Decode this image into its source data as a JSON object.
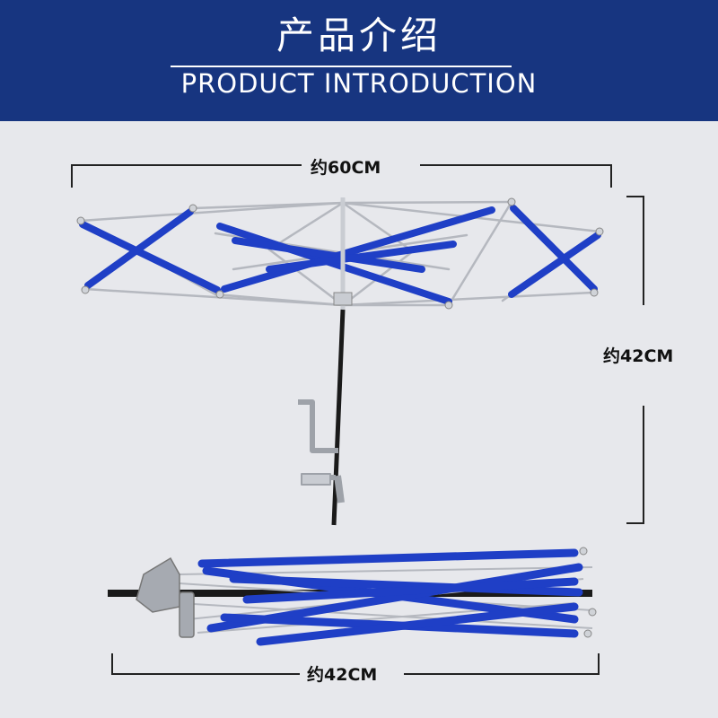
{
  "header": {
    "title_cn": "产品介绍",
    "title_en": "PRODUCT INTRODUCTION"
  },
  "dimensions": {
    "width_label": "约60CM",
    "height_label": "约42CM",
    "folded_length_label": "约42CM"
  },
  "colors": {
    "header_bg": "#173580",
    "background": "#e7e8ec",
    "arm_blue": "#1f3fc6",
    "wire": "#b5b8bf"
  }
}
